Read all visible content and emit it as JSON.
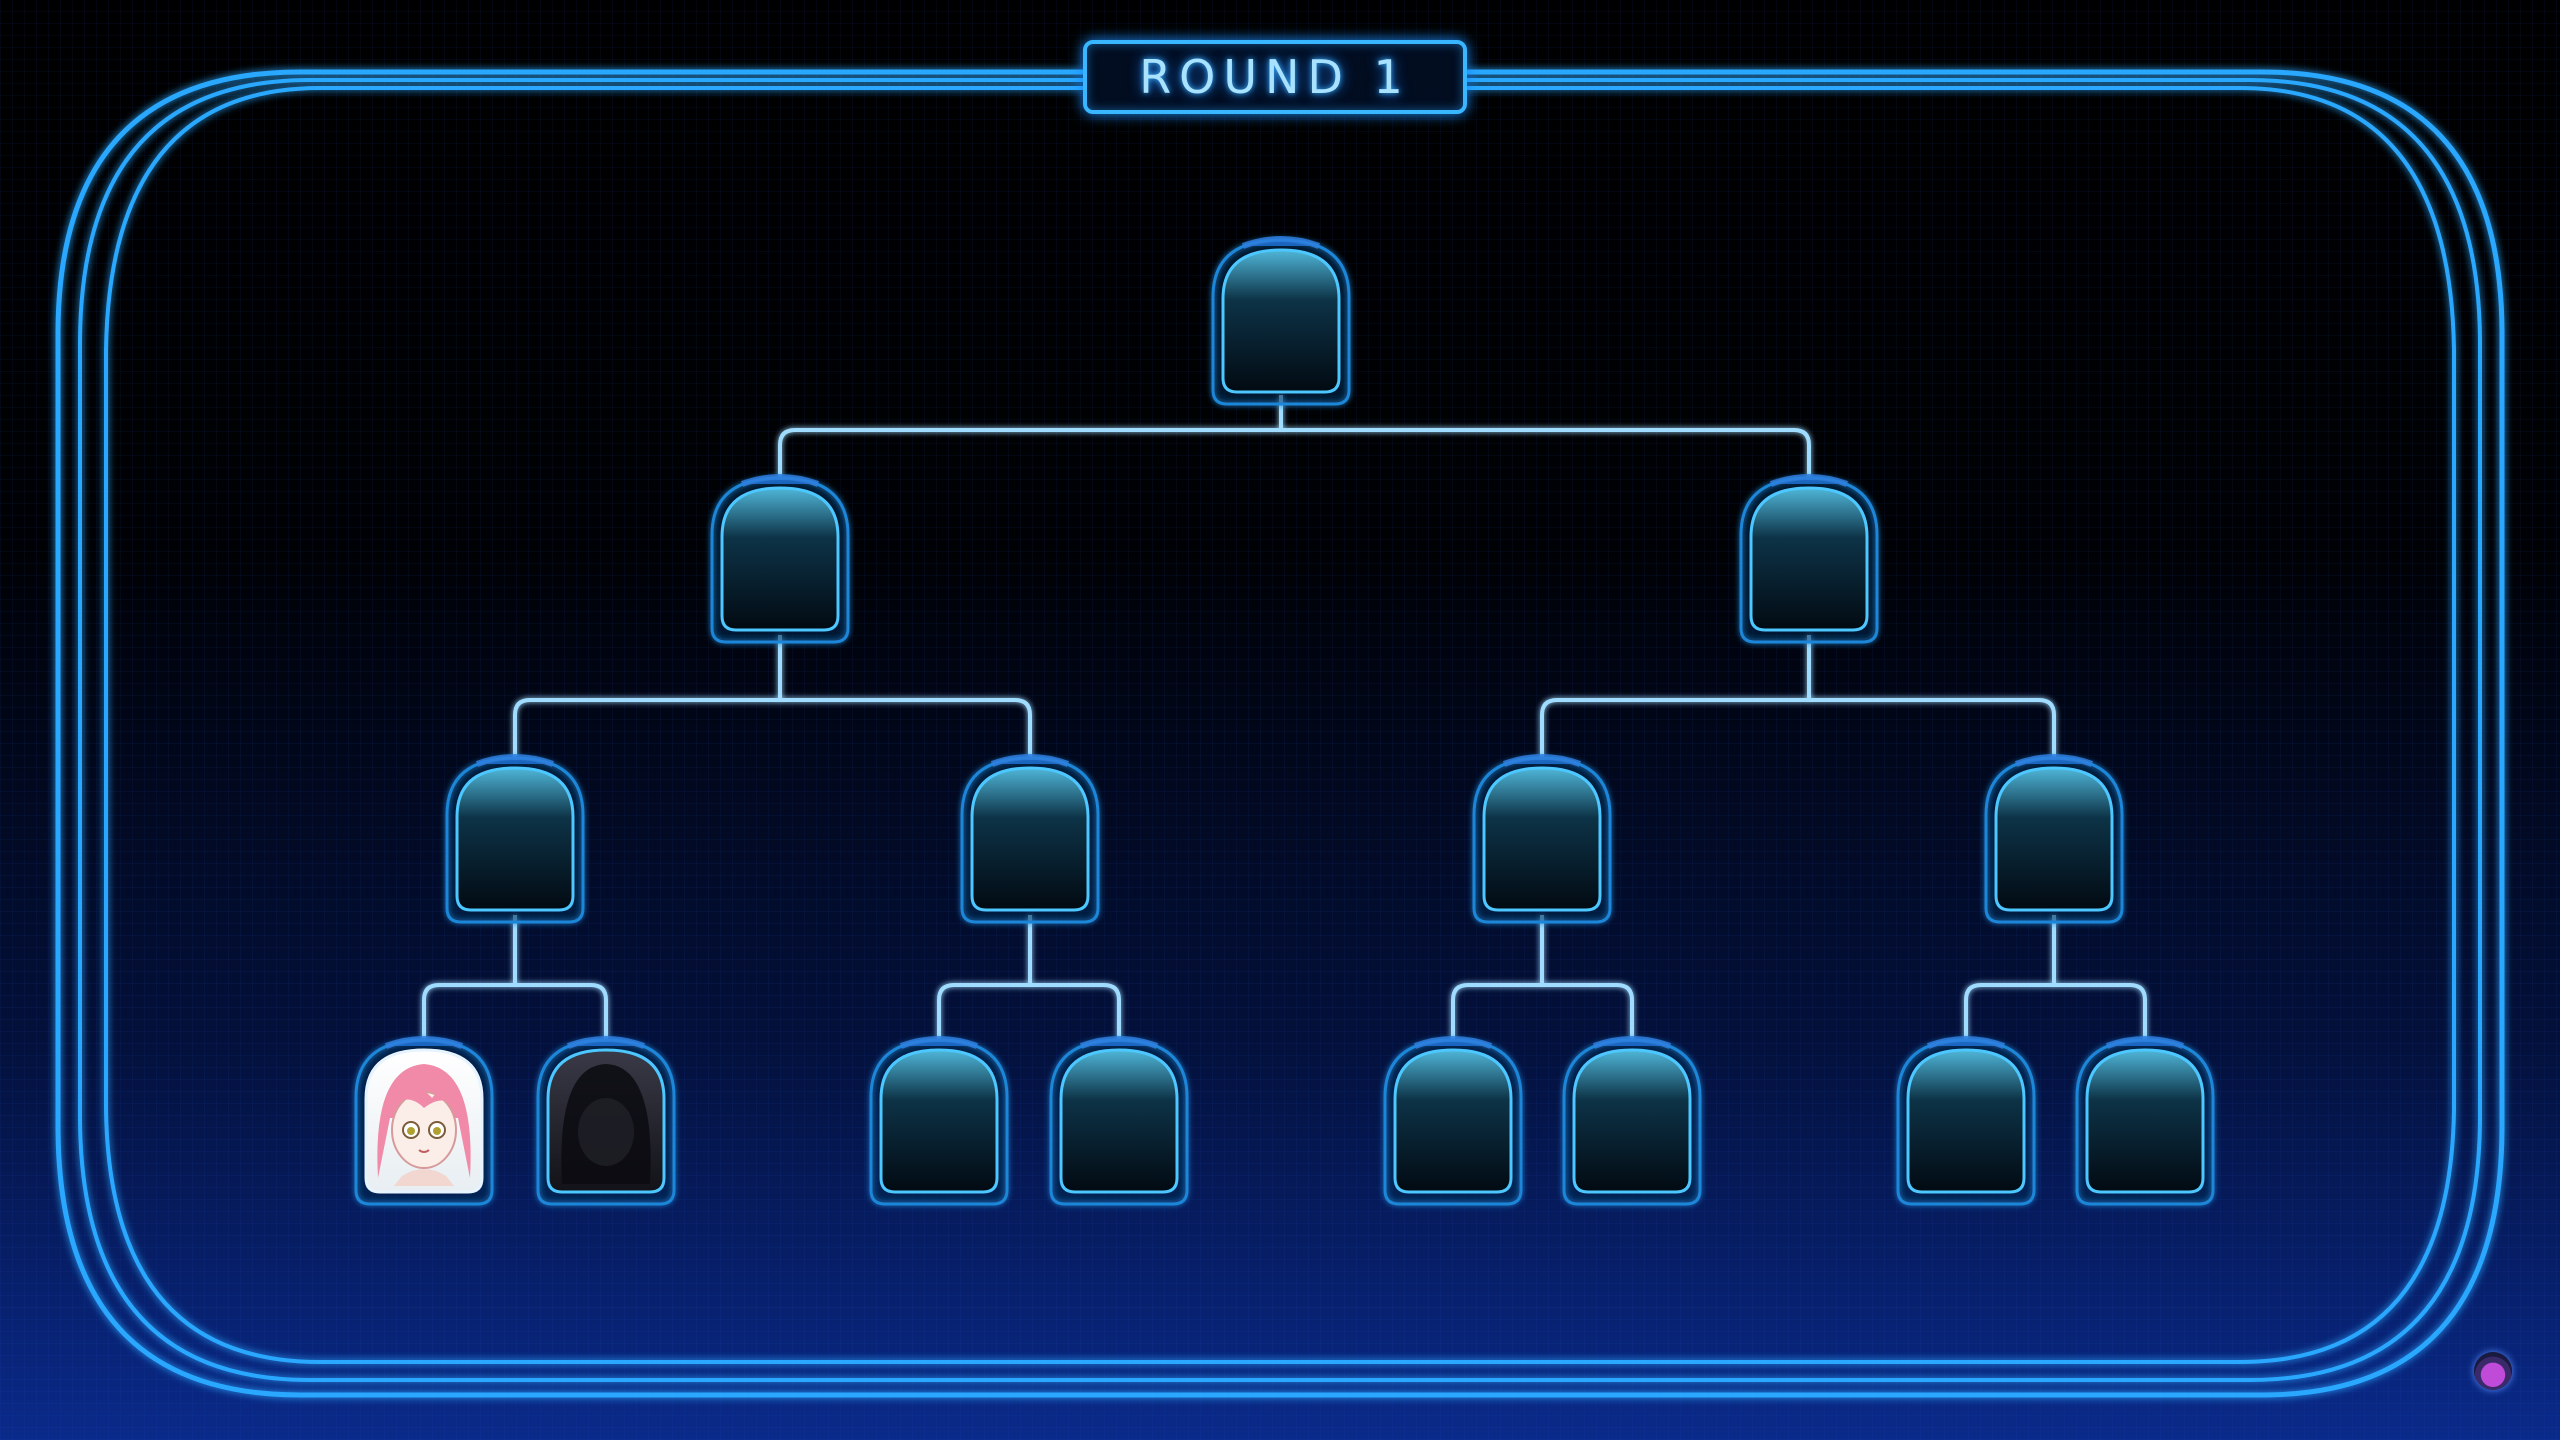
{
  "header": {
    "round_label": "ROUND 1"
  },
  "bracket": {
    "levels": 4,
    "slots_per_level": [
      1,
      2,
      4,
      8
    ],
    "contestants": [
      {
        "slot": 1,
        "status": "portrait",
        "portrait_icon": "pink-hair-girl-portrait-icon"
      },
      {
        "slot": 2,
        "status": "silhouette",
        "portrait_icon": "dark-hair-silhouette-icon"
      },
      {
        "slot": 3,
        "status": "empty"
      },
      {
        "slot": 4,
        "status": "empty"
      },
      {
        "slot": 5,
        "status": "empty"
      },
      {
        "slot": 6,
        "status": "empty"
      },
      {
        "slot": 7,
        "status": "empty"
      },
      {
        "slot": 8,
        "status": "empty"
      }
    ]
  },
  "corner": {
    "icon": "player-avatar-icon"
  },
  "colors": {
    "accent": "#2aa8ff",
    "line": "#9fdcff",
    "portrait_hair": "#f08aa8",
    "background_bottom": "#0a2a8a"
  }
}
